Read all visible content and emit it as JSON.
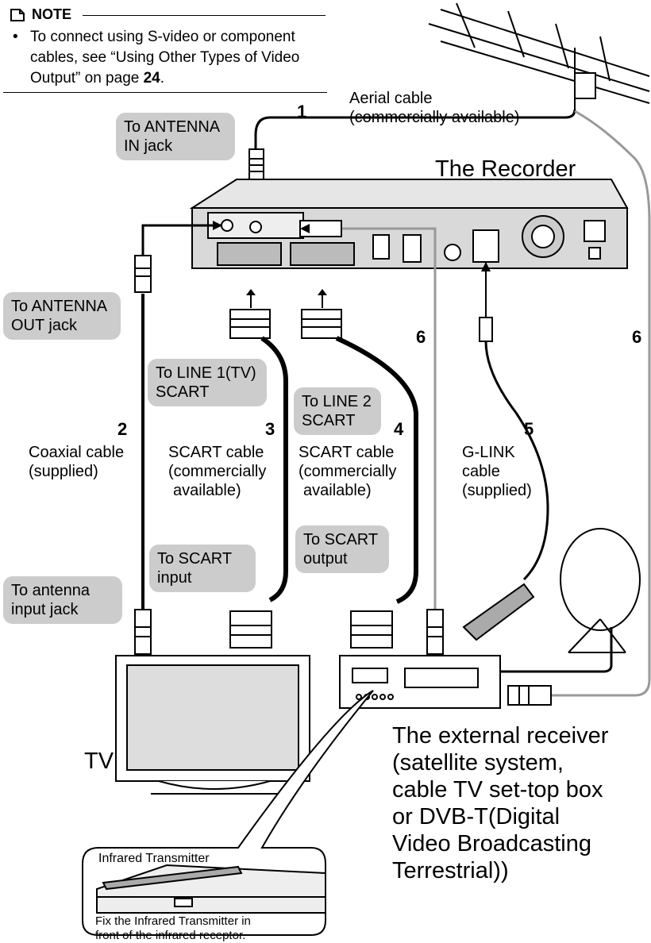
{
  "note": {
    "title": "NOTE",
    "bullet": "•",
    "text_before": "To connect using S-video or component cables, see “Using Other Types of Video Output” on page ",
    "page_ref": "24",
    "text_after": "."
  },
  "cables": {
    "c1": {
      "num": "1",
      "line1": "Aerial cable",
      "line2": "(commercially available)"
    },
    "c2": {
      "num": "2",
      "line1": "Coaxial cable",
      "line2": "(supplied)"
    },
    "c3": {
      "num": "3",
      "line1": "SCART cable",
      "line2": "(commercially",
      "line3": "available)"
    },
    "c4": {
      "num": "4",
      "line1": "SCART cable",
      "line2": "(commercially",
      "line3": "available)"
    },
    "c5": {
      "num": "5",
      "line1": "G-LINK",
      "line2": "cable",
      "line3": "(supplied)"
    },
    "c6a": {
      "num": "6"
    },
    "c6b": {
      "num": "6"
    }
  },
  "callouts": {
    "antenna_in": [
      "To ANTENNA",
      "IN jack"
    ],
    "antenna_out": [
      "To ANTENNA",
      "OUT jack"
    ],
    "line1": [
      "To LINE 1(TV)",
      "SCART"
    ],
    "line2": [
      "To LINE 2",
      "SCART"
    ],
    "scart_input": [
      "To SCART",
      "input"
    ],
    "scart_output": [
      "To SCART",
      "output"
    ],
    "antenna_input": [
      "To antenna",
      "input jack"
    ]
  },
  "recorder": {
    "title": "The Recorder"
  },
  "tv": {
    "title": "TV"
  },
  "receiver": {
    "lines": [
      "The external receiver",
      "(satellite system,",
      "cable TV set-top box",
      "or DVB-T(Digital",
      "Video Broadcasting",
      "Terrestrial))"
    ]
  },
  "infrared": {
    "label": "Infrared Transmitter",
    "fix_line1": "Fix the Infrared Transmitter in",
    "fix_line2": "front of the infrared receptor."
  },
  "colors": {
    "callout_bg": "#cccccc",
    "grey_cable": "#999999",
    "line": "#000000"
  }
}
